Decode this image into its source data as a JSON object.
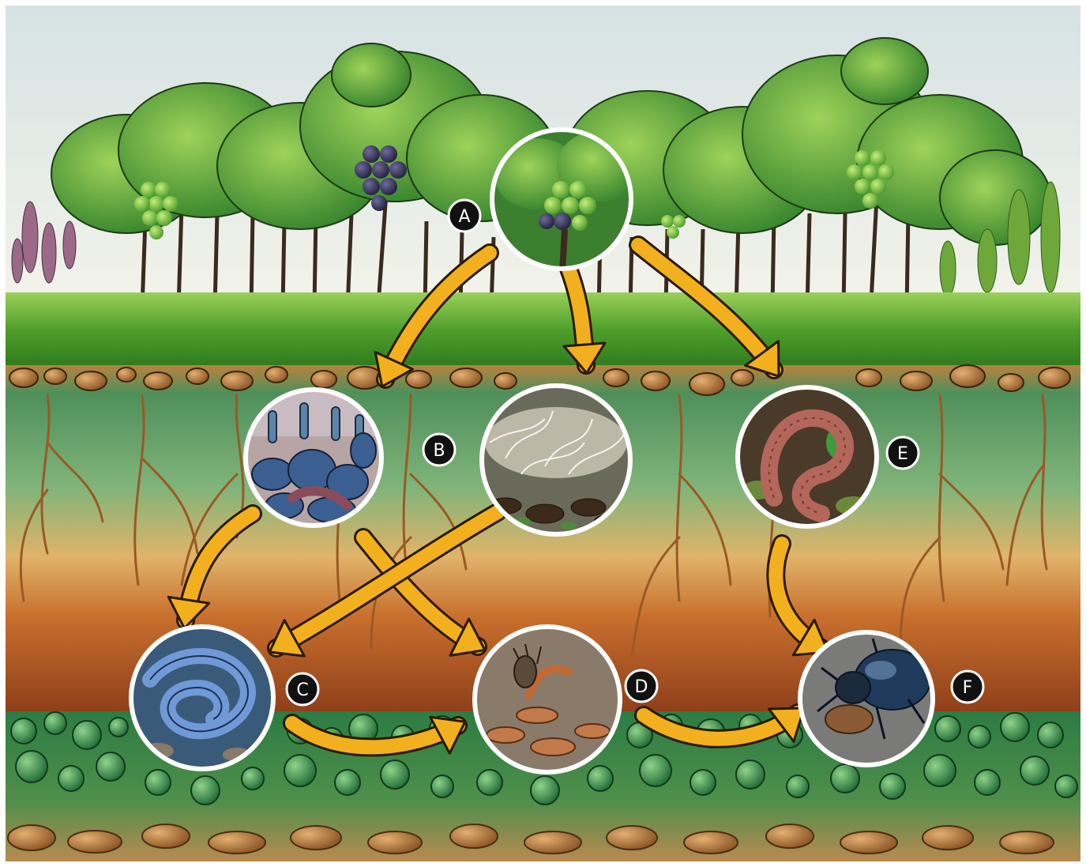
{
  "colors": {
    "sky_top": "#d9e4e6",
    "sky_bottom": "#f4f4ea",
    "grass": "#4f9e2a",
    "grass_light": "#8cc84b",
    "topsoil": "#b87a3c",
    "mid_soil_green": "#3f8f5e",
    "clay": "#c96a2c",
    "deep_clay": "#9a4a1e",
    "pebble_green": "#2f8a4a",
    "bottom_soil": "#c89a5c",
    "arrow": "#f2b01e",
    "node_ring": "#ffffff",
    "label_bg": "#111111",
    "label_text": "#ffffff"
  },
  "nodes": [
    {
      "id": "A",
      "label": "A",
      "icon": "grape-vine-icon"
    },
    {
      "id": "B",
      "label": "B",
      "icon": "bacteria-icon"
    },
    {
      "id": "M",
      "label": "",
      "icon": "fungal-mycelium-icon"
    },
    {
      "id": "E",
      "label": "E",
      "icon": "earthworm-icon"
    },
    {
      "id": "C",
      "label": "C",
      "icon": "nematode-icon"
    },
    {
      "id": "D",
      "label": "D",
      "icon": "arthropod-icon"
    },
    {
      "id": "F",
      "label": "F",
      "icon": "beetle-icon"
    }
  ],
  "edges": [
    {
      "from": "A",
      "to": "B"
    },
    {
      "from": "A",
      "to": "M"
    },
    {
      "from": "A",
      "to": "E"
    },
    {
      "from": "B",
      "to": "C"
    },
    {
      "from": "B",
      "to": "D"
    },
    {
      "from": "M",
      "to": "C"
    },
    {
      "from": "E",
      "to": "F"
    },
    {
      "from": "C",
      "to": "D"
    },
    {
      "from": "D",
      "to": "F"
    }
  ]
}
